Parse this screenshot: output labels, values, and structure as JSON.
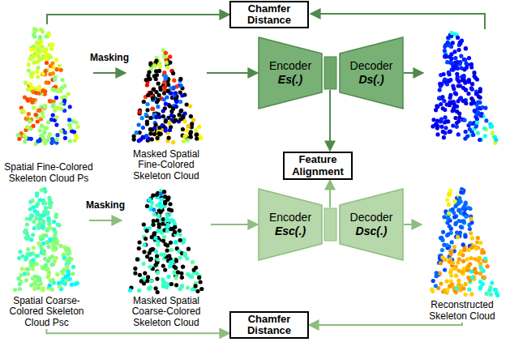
{
  "diagram": {
    "nodes": [
      {
        "text": [
          "Chamfer Distance"
        ]
      },
      {
        "text": [
          "Spatial Fine-Colored Skeleton Cloud Ps"
        ]
      },
      {
        "text": [
          "Masked Spatial Fine-Colored Skeleton Cloud"
        ]
      },
      {
        "text": [
          "Encoder",
          "Es(.)"
        ]
      },
      {
        "text": [
          "Decoder",
          "Ds(.)"
        ]
      },
      {
        "text": [
          "Feature Alignment"
        ]
      },
      {
        "text": [
          "Spatial Coarse- Colored Skeleton Cloud Psc"
        ]
      },
      {
        "text": [
          "Masked Spatial Coarse-Colored Skeleton Cloud"
        ]
      },
      {
        "text": [
          "Encoder",
          "Esc(.)"
        ]
      },
      {
        "text": [
          "Decoder",
          "Dsc(.)"
        ]
      },
      {
        "text": [
          "Reconstructed Skeleton Cloud"
        ]
      },
      {
        "text": [
          "Chamfer Distance"
        ]
      }
    ],
    "edges": [
      {
        "from": 1,
        "to": 0,
        "arrow": "to"
      },
      {
        "from": 1,
        "to": 2,
        "label": "Masking",
        "arrow": "to"
      },
      {
        "from": 2,
        "to": 3,
        "arrow": "to"
      },
      {
        "from": 6,
        "to": 7,
        "label": "Masking",
        "arrow": "to"
      },
      {
        "from": 7,
        "to": 8,
        "arrow": "to"
      },
      {
        "from": 9,
        "to": 10,
        "arrow": "to"
      },
      {
        "from": 6,
        "to": 11,
        "arrow": "to"
      },
      {
        "from": 10,
        "to": 11,
        "arrow": "to"
      }
    ]
  }
}
